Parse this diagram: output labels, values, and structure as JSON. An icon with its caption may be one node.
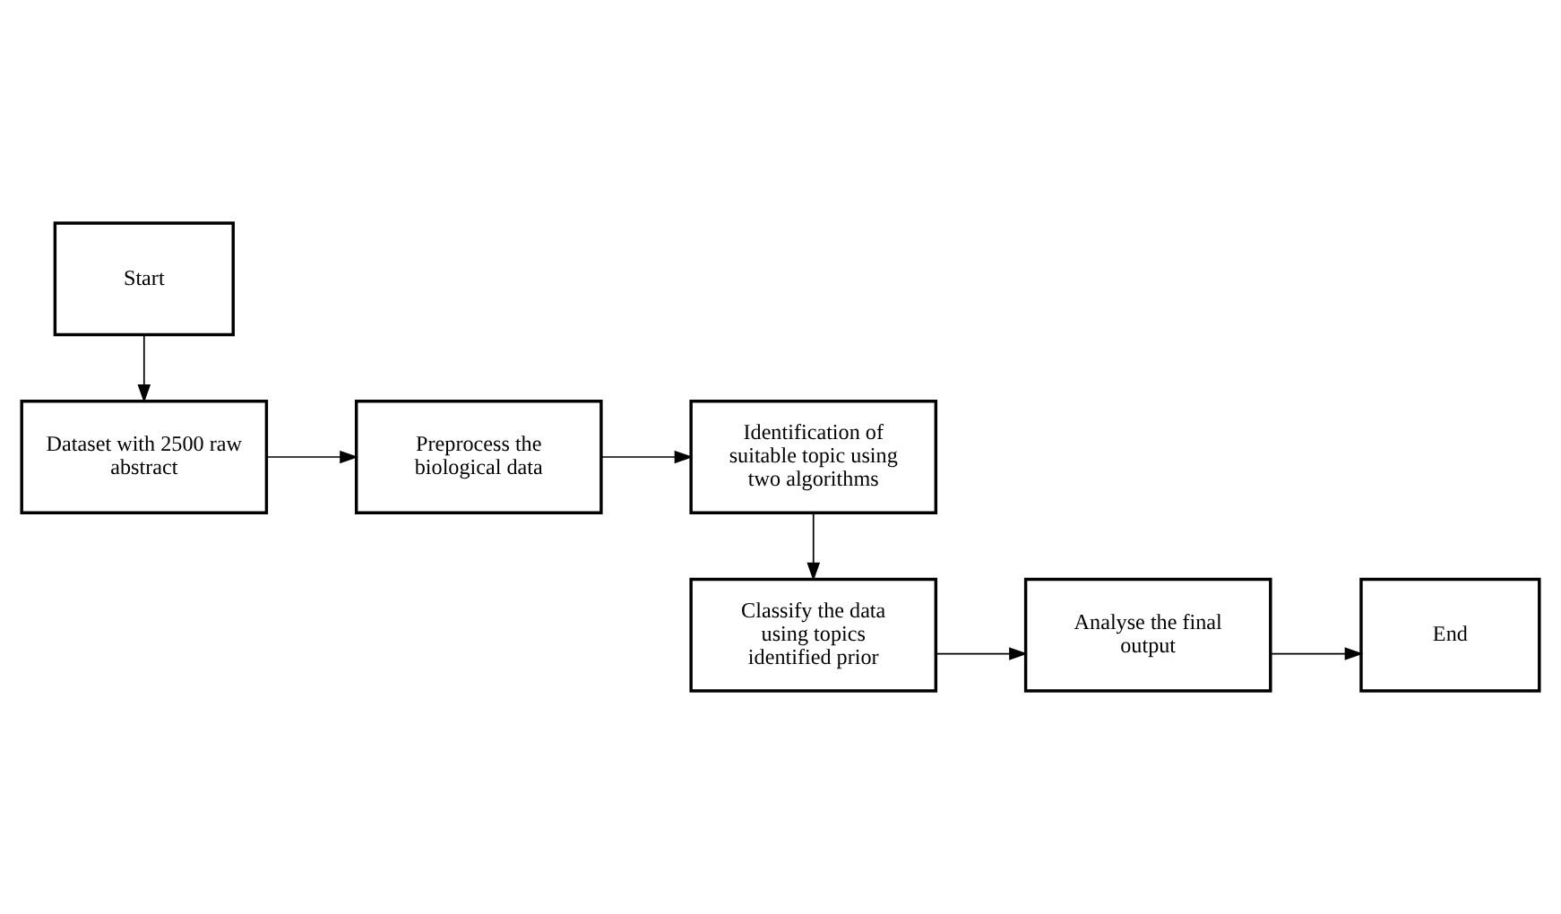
{
  "diagram": {
    "nodes": [
      {
        "text": [
          "Start"
        ]
      },
      {
        "text": [
          "Dataset with 2500 raw abstract"
        ]
      },
      {
        "text": [
          "Preprocess the biological data"
        ]
      },
      {
        "text": [
          "Identification of suitable topic using two algorithms"
        ]
      },
      {
        "text": [
          "Classify the data using topics identified prior"
        ]
      },
      {
        "text": [
          "Analyse the final output"
        ]
      },
      {
        "text": [
          "End"
        ]
      }
    ],
    "edges": [
      {
        "from": 0,
        "to": 1,
        "arrow": "to"
      },
      {
        "from": 1,
        "to": 2,
        "arrow": "to"
      },
      {
        "from": 2,
        "to": 3,
        "arrow": "to"
      },
      {
        "from": 3,
        "to": 4,
        "arrow": "to"
      },
      {
        "from": 4,
        "to": 5,
        "arrow": "to"
      },
      {
        "from": 5,
        "to": 6,
        "arrow": "to"
      }
    ]
  }
}
